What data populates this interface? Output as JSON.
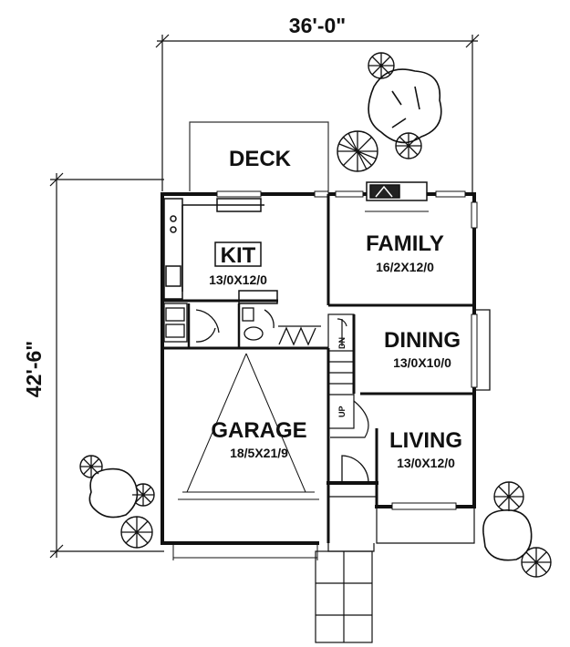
{
  "dimensions": {
    "width_label": "36'-0\"",
    "depth_label": "42'-6\""
  },
  "rooms": {
    "deck": {
      "name": "DECK"
    },
    "kit": {
      "name": "KIT",
      "size": "13/0X12/0"
    },
    "family": {
      "name": "FAMILY",
      "size": "16/2X12/0"
    },
    "dining": {
      "name": "DINING",
      "size": "13/0X10/0"
    },
    "living": {
      "name": "LIVING",
      "size": "13/0X12/0"
    },
    "garage": {
      "name": "GARAGE",
      "size": "18/5X21/9"
    }
  },
  "stairs": {
    "up_label": "UP",
    "down_label": "DN"
  }
}
